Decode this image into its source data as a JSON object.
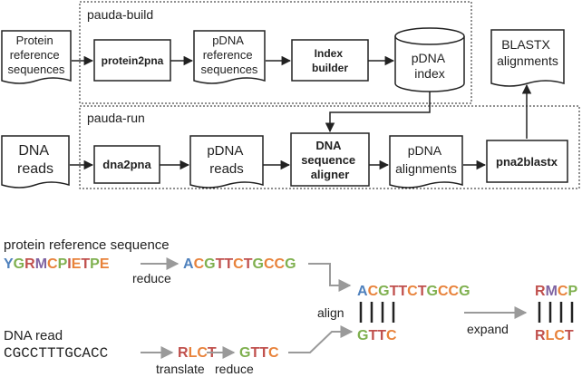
{
  "groups": {
    "build_label": "pauda-build",
    "run_label": "pauda-run"
  },
  "nodes": {
    "protein_ref": [
      "Protein",
      "reference",
      "sequences"
    ],
    "protein2pna": "protein2pna",
    "pdna_ref": [
      "pDNA",
      "reference",
      "sequences"
    ],
    "index_builder": [
      "Index",
      "builder"
    ],
    "pdna_index": [
      "pDNA",
      "index"
    ],
    "blastx": [
      "BLASTX",
      "alignments"
    ],
    "dna_reads": [
      "DNA",
      "reads"
    ],
    "dna2pna": "dna2pna",
    "pdna_reads": [
      "pDNA",
      "reads"
    ],
    "aligner": [
      "DNA",
      "sequence",
      "aligner"
    ],
    "pdna_alignments": [
      "pDNA",
      "alignments"
    ],
    "pna2blastx": "pna2blastx"
  },
  "example": {
    "protein_label": "protein reference sequence",
    "protein_seq": "YGRMCPIETPE",
    "reduced_ref": "ACGTTCTGCCG",
    "reduce_label_1": "reduce",
    "aligned_ref": "ACGTTCTGCCG",
    "align_label": "align",
    "aligned_read": "GTTC",
    "expand_label": "expand",
    "expanded_top": "RMCP",
    "expanded_bottom": "RLCT",
    "dna_label": "DNA read",
    "dna_seq": "CGCCTTTGCACC",
    "translate_label": "translate",
    "translated": "RLCT",
    "reduce_label_2": "reduce",
    "reduced_read": "GTTC"
  },
  "colors": {
    "A": "#4f81bd",
    "C": "#e8823a",
    "G": "#7fb04f",
    "T": "#c0504d",
    "Y": "#4f81bd",
    "R": "#c0504d",
    "M": "#8064a2",
    "P": "#7fb04f",
    "I": "#c0504d",
    "E": "#e8823a",
    "L": "#e8823a",
    "arrow": "#222222",
    "gray_arrow": "#9a9a9a",
    "plain_seq": "#222222"
  }
}
